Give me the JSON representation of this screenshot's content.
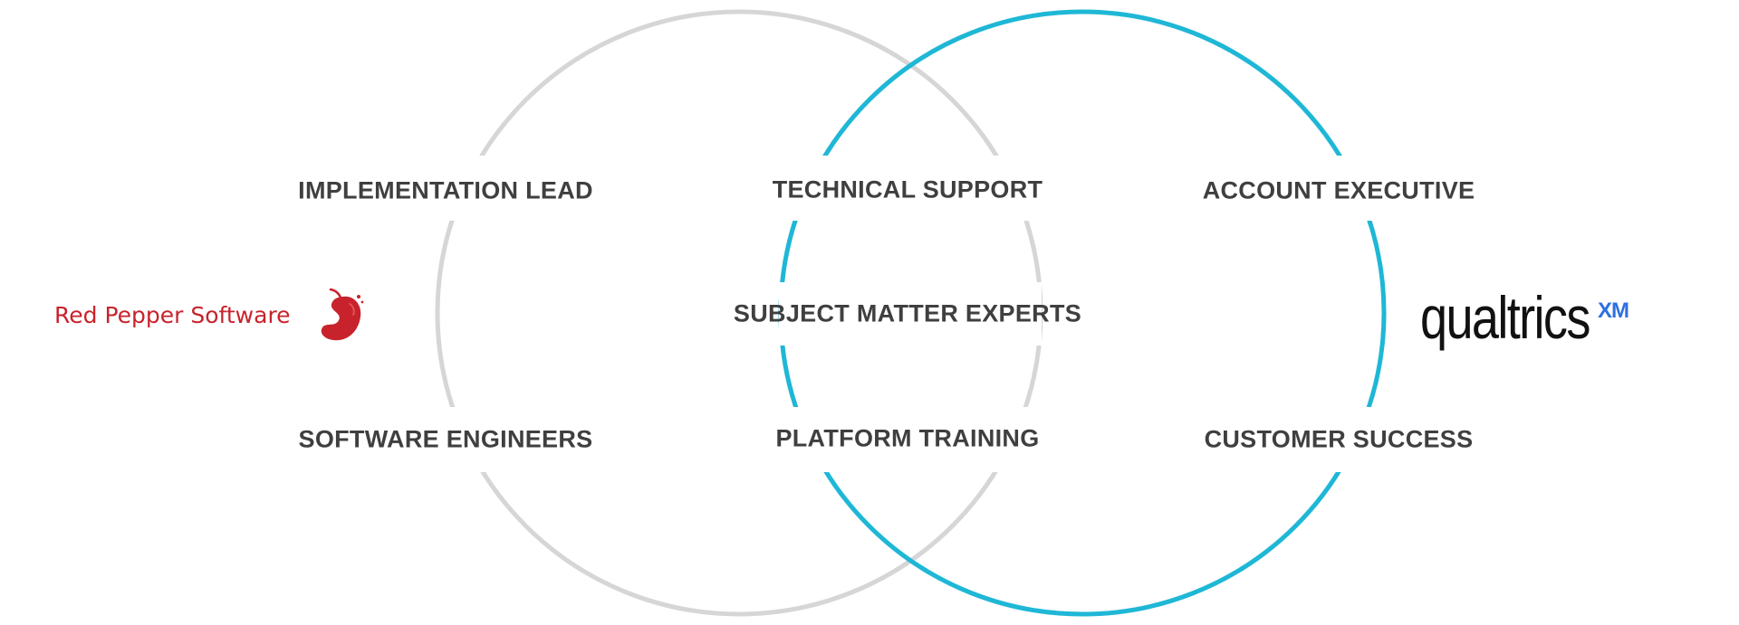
{
  "diagram": {
    "left_circle_color": "#d6d6d6",
    "right_circle_color": "#1fb7d6",
    "label_color": "#3f3f3f",
    "left_roles": {
      "top": "IMPLEMENTATION LEAD",
      "bottom": "SOFTWARE ENGINEERS"
    },
    "shared_roles": {
      "top": "TECHNICAL SUPPORT",
      "middle": "SUBJECT MATTER EXPERTS",
      "bottom": "PLATFORM TRAINING"
    },
    "right_roles": {
      "top": "ACCOUNT EXECUTIVE",
      "bottom": "CUSTOMER SUCCESS"
    }
  },
  "brands": {
    "left": {
      "name": "Red Pepper Software",
      "color": "#c8232c",
      "icon": "pepper-icon"
    },
    "right": {
      "name": "qualtrics",
      "superscript": "XM",
      "color": "#111111",
      "accent_color": "#2f6fe0"
    }
  }
}
